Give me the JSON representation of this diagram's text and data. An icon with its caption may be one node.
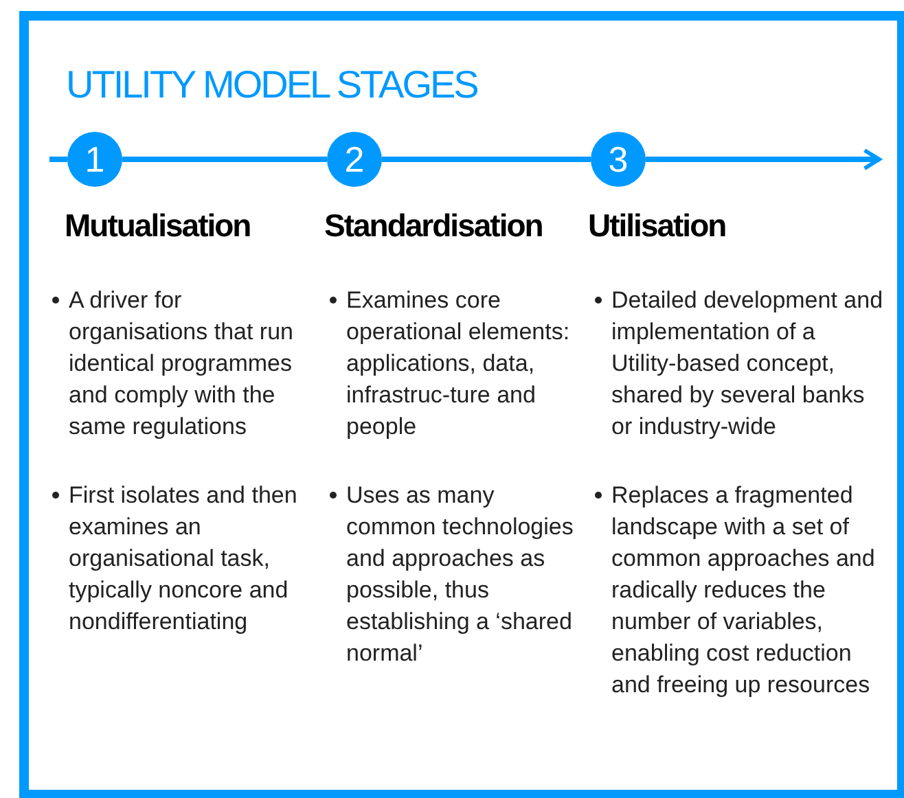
{
  "diagram": {
    "title": "UTILITY MODEL STAGES",
    "nodes": [
      {
        "text": [
          "1"
        ],
        "beside": [
          "Mutualisation",
          "A driver for organisations that run identical programmes and comply with the same regulations",
          "First isolates and then examines an organisational task, typically noncore and nondifferentiating"
        ]
      },
      {
        "text": [
          "2"
        ],
        "beside": [
          "Standardisation",
          "Examines core operational elements: applications, data, infrastruc-ture and people",
          "Uses as many common technologies and approaches as possible, thus establishing a ‘shared normal’"
        ]
      },
      {
        "text": [
          "3"
        ],
        "beside": [
          "Utilisation",
          "Detailed development and implementation of a Utility-based concept, shared by several banks or industry-wide",
          "Replaces a fragmented landscape with a set of common approaches and radically reduces the number of variables, enabling cost reduction and freeing up resources"
        ]
      }
    ],
    "edges": [
      {
        "from": null,
        "to": 0,
        "arrow": "none"
      },
      {
        "from": 0,
        "to": 1,
        "arrow": "none"
      },
      {
        "from": 1,
        "to": 2,
        "arrow": "none"
      },
      {
        "from": 2,
        "to": null,
        "arrow": "to"
      }
    ]
  }
}
